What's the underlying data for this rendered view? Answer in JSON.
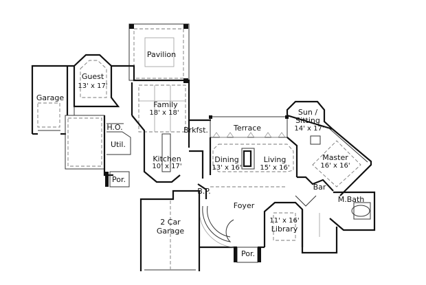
{
  "rooms": {
    "pavilion": {
      "name": "Pavilion"
    },
    "guest": {
      "name": "Guest",
      "size": "13' x 17'"
    },
    "garage": {
      "name": "Garage"
    },
    "family": {
      "name": "Family",
      "size": "18' x 18'"
    },
    "brkfst": {
      "name": "Brkfst."
    },
    "terrace": {
      "name": "Terrace"
    },
    "ho": {
      "name": "H.O."
    },
    "util": {
      "name": "Util."
    },
    "kitchen": {
      "name": "Kitchen",
      "size": "10' x 17'"
    },
    "dining": {
      "name": "Dining",
      "size": "13' x 16'"
    },
    "living": {
      "name": "Living",
      "size": "15' x 16'"
    },
    "sun": {
      "name_line1": "Sun /",
      "name_line2": "Sitting",
      "size": "14' x 17'"
    },
    "master": {
      "name": "Master",
      "size": "16' x 16'"
    },
    "bar": {
      "name": "Bar"
    },
    "mbath": {
      "name": "M.Bath"
    },
    "foyer": {
      "name": "Foyer"
    },
    "bp": {
      "name": "B.P."
    },
    "library": {
      "name": "Library",
      "size": "11' x 16'"
    },
    "garage2": {
      "name_line1": "2 Car",
      "name_line2": "Garage"
    },
    "porch_west": {
      "name": "Por."
    },
    "porch_front": {
      "name": "Por."
    }
  }
}
